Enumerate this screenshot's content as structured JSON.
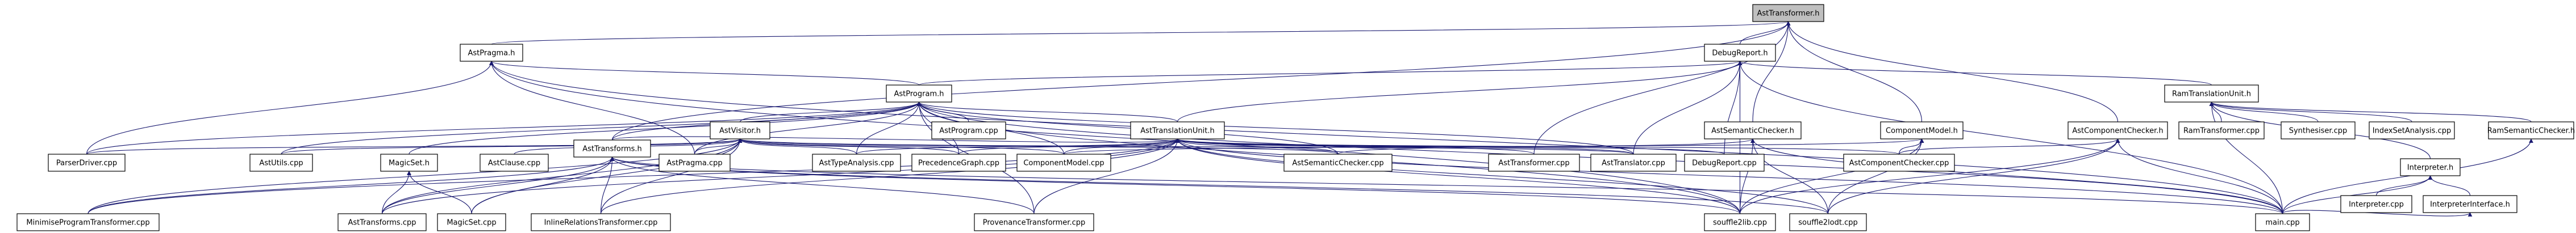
{
  "title": "",
  "colors": {
    "edge": "#191970",
    "node_border": "#000000",
    "root_fill": "#bfbfbf",
    "node_fill": "#ffffff",
    "background": "#ffffff"
  },
  "nodes": [
    {
      "id": "n_asttransformer_h",
      "label": "AstTransformer.h",
      "root": true
    },
    {
      "id": "n_astpragma_h",
      "label": "AstPragma.h"
    },
    {
      "id": "n_debugreport_h",
      "label": "DebugReport.h"
    },
    {
      "id": "n_astprogram_h",
      "label": "AstProgram.h"
    },
    {
      "id": "n_ramtranslationunit_h",
      "label": "RamTranslationUnit.h"
    },
    {
      "id": "n_astvisitor_h",
      "label": "AstVisitor.h"
    },
    {
      "id": "n_astprogram_cpp",
      "label": "AstProgram.cpp"
    },
    {
      "id": "n_asttranslationunit_h",
      "label": "AstTranslationUnit.h"
    },
    {
      "id": "n_astsemanticchecker_h",
      "label": "AstSemanticChecker.h"
    },
    {
      "id": "n_componentmodel_h",
      "label": "ComponentModel.h"
    },
    {
      "id": "n_astcomponentchecker_h",
      "label": "AstComponentChecker.h"
    },
    {
      "id": "n_ramtransformer_cpp",
      "label": "RamTransformer.cpp"
    },
    {
      "id": "n_synthesiser_cpp",
      "label": "Synthesiser.cpp"
    },
    {
      "id": "n_indexsetanalysis_cpp",
      "label": "IndexSetAnalysis.cpp"
    },
    {
      "id": "n_interpreter_h",
      "label": "Interpreter.h"
    },
    {
      "id": "n_ramsemanticchecker_h",
      "label": "RamSemanticChecker.h"
    },
    {
      "id": "n_parserdriver_cpp",
      "label": "ParserDriver.cpp"
    },
    {
      "id": "n_astutils_cpp",
      "label": "AstUtils.cpp"
    },
    {
      "id": "n_magicset_h",
      "label": "MagicSet.h"
    },
    {
      "id": "n_astclause_cpp",
      "label": "AstClause.cpp"
    },
    {
      "id": "n_asttransforms_h",
      "label": "AstTransforms.h"
    },
    {
      "id": "n_astpragma_cpp",
      "label": "AstPragma.cpp"
    },
    {
      "id": "n_asttypeanalysis_cpp",
      "label": "AstTypeAnalysis.cpp"
    },
    {
      "id": "n_precedencegraph_cpp",
      "label": "PrecedenceGraph.cpp"
    },
    {
      "id": "n_componentmodel_cpp",
      "label": "ComponentModel.cpp"
    },
    {
      "id": "n_astsemanticchecker_cpp",
      "label": "AstSemanticChecker.cpp"
    },
    {
      "id": "n_asttransformer_cpp",
      "label": "AstTransformer.cpp"
    },
    {
      "id": "n_asttranslator_cpp",
      "label": "AstTranslator.cpp"
    },
    {
      "id": "n_debugreport_cpp",
      "label": "DebugReport.cpp"
    },
    {
      "id": "n_astcomponentchecker_cpp",
      "label": "AstComponentChecker.cpp"
    },
    {
      "id": "n_interpreter_cpp",
      "label": "Interpreter.cpp"
    },
    {
      "id": "n_interpreterinterface_h",
      "label": "InterpreterInterface.h"
    },
    {
      "id": "n_minimiseprogramtransformer_cpp",
      "label": "MinimiseProgramTransformer.cpp"
    },
    {
      "id": "n_asttransforms_cpp",
      "label": "AstTransforms.cpp"
    },
    {
      "id": "n_magicset_cpp",
      "label": "MagicSet.cpp"
    },
    {
      "id": "n_inlinerelationstransformer_cpp",
      "label": "InlineRelationsTransformer.cpp"
    },
    {
      "id": "n_provenancetransformer_cpp",
      "label": "ProvenanceTransformer.cpp"
    },
    {
      "id": "n_souffle2lib_cpp",
      "label": "souffle2lib.cpp"
    },
    {
      "id": "n_souffle2lodt_cpp",
      "label": "souffle2lodt.cpp"
    },
    {
      "id": "n_main_cpp",
      "label": "main.cpp"
    }
  ],
  "edges": [
    [
      "n_asttransformer_h",
      "n_astpragma_h"
    ],
    [
      "n_asttransformer_h",
      "n_debugreport_h"
    ],
    [
      "n_asttransformer_h",
      "n_astsemanticchecker_h"
    ],
    [
      "n_asttransformer_h",
      "n_componentmodel_h"
    ],
    [
      "n_asttransformer_h",
      "n_astcomponentchecker_h"
    ],
    [
      "n_asttransformer_h",
      "n_asttransforms_h"
    ],
    [
      "n_asttransformer_h",
      "n_asttransformer_cpp"
    ],
    [
      "n_astpragma_h",
      "n_astprogram_h"
    ],
    [
      "n_astpragma_h",
      "n_astpragma_cpp"
    ],
    [
      "n_astpragma_h",
      "n_parserdriver_cpp"
    ],
    [
      "n_astpragma_h",
      "n_souffle2lib_cpp"
    ],
    [
      "n_astpragma_h",
      "n_main_cpp"
    ],
    [
      "n_debugreport_h",
      "n_astprogram_h"
    ],
    [
      "n_debugreport_h",
      "n_ramtranslationunit_h"
    ],
    [
      "n_debugreport_h",
      "n_asttranslationunit_h"
    ],
    [
      "n_debugreport_h",
      "n_debugreport_cpp"
    ],
    [
      "n_debugreport_h",
      "n_asttranslator_cpp"
    ],
    [
      "n_debugreport_h",
      "n_souffle2lib_cpp"
    ],
    [
      "n_debugreport_h",
      "n_main_cpp"
    ],
    [
      "n_astprogram_h",
      "n_astvisitor_h"
    ],
    [
      "n_astprogram_h",
      "n_astprogram_cpp"
    ],
    [
      "n_astprogram_h",
      "n_asttranslationunit_h"
    ],
    [
      "n_astprogram_h",
      "n_astutils_cpp"
    ],
    [
      "n_astprogram_h",
      "n_magicset_h"
    ],
    [
      "n_astprogram_h",
      "n_asttransforms_h"
    ],
    [
      "n_astprogram_h",
      "n_astpragma_cpp"
    ],
    [
      "n_astprogram_h",
      "n_asttypeanalysis_cpp"
    ],
    [
      "n_astprogram_h",
      "n_precedencegraph_cpp"
    ],
    [
      "n_astprogram_h",
      "n_componentmodel_cpp"
    ],
    [
      "n_astprogram_h",
      "n_astsemanticchecker_cpp"
    ],
    [
      "n_astprogram_h",
      "n_asttranslator_cpp"
    ],
    [
      "n_astprogram_h",
      "n_parserdriver_cpp"
    ],
    [
      "n_astprogram_h",
      "n_provenancetransformer_cpp"
    ],
    [
      "n_astprogram_h",
      "n_souffle2lib_cpp"
    ],
    [
      "n_astprogram_h",
      "n_main_cpp"
    ],
    [
      "n_ramtranslationunit_h",
      "n_ramtransformer_cpp"
    ],
    [
      "n_ramtranslationunit_h",
      "n_synthesiser_cpp"
    ],
    [
      "n_ramtranslationunit_h",
      "n_indexsetanalysis_cpp"
    ],
    [
      "n_ramtranslationunit_h",
      "n_interpreter_h"
    ],
    [
      "n_ramtranslationunit_h",
      "n_ramsemanticchecker_h"
    ],
    [
      "n_ramtranslationunit_h",
      "n_main_cpp"
    ],
    [
      "n_astvisitor_h",
      "n_astutils_cpp"
    ],
    [
      "n_astvisitor_h",
      "n_astclause_cpp"
    ],
    [
      "n_astvisitor_h",
      "n_astpragma_cpp"
    ],
    [
      "n_astvisitor_h",
      "n_asttypeanalysis_cpp"
    ],
    [
      "n_astvisitor_h",
      "n_precedencegraph_cpp"
    ],
    [
      "n_astvisitor_h",
      "n_componentmodel_cpp"
    ],
    [
      "n_astvisitor_h",
      "n_astsemanticchecker_cpp"
    ],
    [
      "n_astvisitor_h",
      "n_asttranslator_cpp"
    ],
    [
      "n_astvisitor_h",
      "n_minimiseprogramtransformer_cpp"
    ],
    [
      "n_astvisitor_h",
      "n_asttransforms_cpp"
    ],
    [
      "n_astvisitor_h",
      "n_magicset_cpp"
    ],
    [
      "n_astvisitor_h",
      "n_inlinerelationstransformer_cpp"
    ],
    [
      "n_astvisitor_h",
      "n_parserdriver_cpp"
    ],
    [
      "n_asttranslationunit_h",
      "n_astsemanticchecker_cpp"
    ],
    [
      "n_asttranslationunit_h",
      "n_asttransforms_h"
    ],
    [
      "n_asttranslationunit_h",
      "n_asttypeanalysis_cpp"
    ],
    [
      "n_asttranslationunit_h",
      "n_precedencegraph_cpp"
    ],
    [
      "n_asttranslationunit_h",
      "n_componentmodel_cpp"
    ],
    [
      "n_asttranslationunit_h",
      "n_asttransformer_cpp"
    ],
    [
      "n_asttranslationunit_h",
      "n_asttranslator_cpp"
    ],
    [
      "n_asttranslationunit_h",
      "n_debugreport_cpp"
    ],
    [
      "n_asttranslationunit_h",
      "n_astcomponentchecker_cpp"
    ],
    [
      "n_asttranslationunit_h",
      "n_minimiseprogramtransformer_cpp"
    ],
    [
      "n_asttranslationunit_h",
      "n_asttransforms_cpp"
    ],
    [
      "n_asttranslationunit_h",
      "n_inlinerelationstransformer_cpp"
    ],
    [
      "n_asttranslationunit_h",
      "n_provenancetransformer_cpp"
    ],
    [
      "n_asttranslationunit_h",
      "n_souffle2lib_cpp"
    ],
    [
      "n_asttranslationunit_h",
      "n_souffle2lodt_cpp"
    ],
    [
      "n_asttranslationunit_h",
      "n_main_cpp"
    ],
    [
      "n_astsemanticchecker_h",
      "n_astsemanticchecker_cpp"
    ],
    [
      "n_astsemanticchecker_h",
      "n_souffle2lib_cpp"
    ],
    [
      "n_astsemanticchecker_h",
      "n_souffle2lodt_cpp"
    ],
    [
      "n_astsemanticchecker_h",
      "n_main_cpp"
    ],
    [
      "n_componentmodel_h",
      "n_componentmodel_cpp"
    ],
    [
      "n_componentmodel_h",
      "n_astcomponentchecker_cpp"
    ],
    [
      "n_componentmodel_h",
      "n_souffle2lib_cpp"
    ],
    [
      "n_componentmodel_h",
      "n_souffle2lodt_cpp"
    ],
    [
      "n_astcomponentchecker_h",
      "n_astcomponentchecker_cpp"
    ],
    [
      "n_astcomponentchecker_h",
      "n_souffle2lib_cpp"
    ],
    [
      "n_astcomponentchecker_h",
      "n_souffle2lodt_cpp"
    ],
    [
      "n_astcomponentchecker_h",
      "n_main_cpp"
    ],
    [
      "n_interpreter_h",
      "n_interpreter_cpp"
    ],
    [
      "n_interpreter_h",
      "n_interpreterinterface_h"
    ],
    [
      "n_interpreter_h",
      "n_main_cpp"
    ],
    [
      "n_interpreterinterface_h",
      "n_main_cpp"
    ],
    [
      "n_ramsemanticchecker_h",
      "n_main_cpp"
    ],
    [
      "n_magicset_h",
      "n_magicset_cpp"
    ],
    [
      "n_magicset_h",
      "n_asttransforms_cpp"
    ],
    [
      "n_asttransforms_h",
      "n_minimiseprogramtransformer_cpp"
    ],
    [
      "n_asttransforms_h",
      "n_asttransforms_cpp"
    ],
    [
      "n_asttransforms_h",
      "n_magicset_cpp"
    ],
    [
      "n_asttransforms_h",
      "n_inlinerelationstransformer_cpp"
    ],
    [
      "n_asttransforms_h",
      "n_provenancetransformer_cpp"
    ],
    [
      "n_asttransforms_h",
      "n_souffle2lib_cpp"
    ],
    [
      "n_asttransforms_h",
      "n_souffle2lodt_cpp"
    ],
    [
      "n_asttransforms_h",
      "n_main_cpp"
    ]
  ]
}
